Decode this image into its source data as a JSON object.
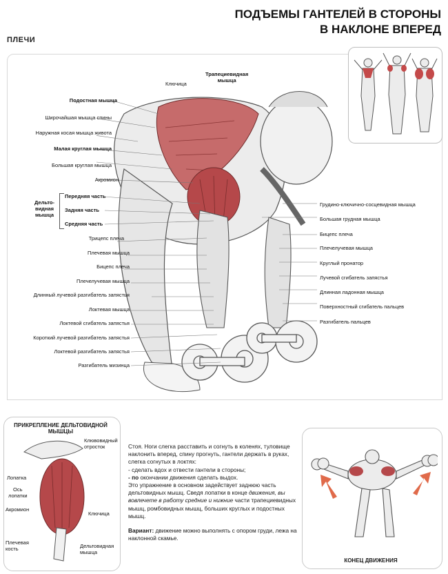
{
  "title": {
    "line1": "ПОДЪЕМЫ ГАНТЕЛЕЙ В СТОРОНЫ",
    "line2": "В НАКЛОНЕ ВПЕРЕД"
  },
  "section": "ПЛЕЧИ",
  "labels_top": {
    "trapezius": "Трапециевидная\nмышца",
    "clavicle": "Ключица"
  },
  "labels_left": {
    "infraspinatus": "Подостная мышца",
    "latissimus": "Широчайшая мышца спины",
    "external_oblique": "Наружная косая мышца живота",
    "teres_minor": "Малая круглая мышца",
    "teres_major": "Большая круглая мышца",
    "acromion": "Акромион",
    "deltoid_group": "Дельто-\nвидная\nмышца",
    "front_part": "Передняя часть",
    "back_part": "Задняя часть",
    "middle_part": "Средняя часть",
    "triceps": "Трицепс плеча",
    "brachialis": "Плечевая мышца",
    "biceps": "Бицепс плеча",
    "brachioradialis": "Плечелучевая мышца",
    "ext_carpi_radialis_longus": "Длинный лучевой разгибатель запястья",
    "anconeus": "Локтевая мышца",
    "flexor_carpi_ulnaris": "Локтевой сгибатель запястья",
    "ext_carpi_radialis_brevis": "Короткий лучевой разгибатель запястья",
    "ext_carpi_ulnaris": "Локтевой разгибатель запястья",
    "ext_digiti_minimi": "Разгибатель мизинца"
  },
  "labels_right": {
    "sternocleidomastoid": "Грудино-ключично-сосцевидная мышца",
    "pectoralis_major": "Большая грудная мышца",
    "biceps": "Бицепс плеча",
    "brachioradialis": "Плечелучевая мышца",
    "pronator_teres": "Круглый пронатор",
    "flexor_carpi_radialis": "Лучевой сгибатель запястья",
    "palmaris_longus": "Длинная ладонная мышца",
    "flexor_digitorum_superficialis": "Поверхностный сгибатель пальцев",
    "extensor_digitorum": "Разгибатель пальцев"
  },
  "attachment_box": {
    "title": "ПРИКРЕПЛЕНИЕ ДЕЛЬТОВИДНОЙ МЫШЦЫ",
    "coracoid": "Клювовидный\nотросток",
    "scapula": "Лопатка",
    "scapular_spine": "Ось\nлопатки",
    "acromion": "Акромион",
    "clavicle": "Ключица",
    "humerus": "Плечевая\nкость",
    "deltoid": "Дельтовидная\nмышца"
  },
  "description": {
    "p1": "Стоя. Ноги слегка расставить и согнуть в коленях, туловище наклонить вперед, спину прогнуть, гантели держать в руках, слегка согнутых в локтях:",
    "p2": "- сделать вдох и отвести гантели в стороны;",
    "p3_bold": "- по",
    "p3": " окончании движения сделать выдох.",
    "p4": "Это упражнение в основном задействует заднюю часть дельтовидных мышц. Сведя лопатки в конце ",
    "p4_it": "движения, вы вовлечете в работу средние и нижние",
    "p4b": " части трапециевидных мышц, ромбовидных мышц, больших круглых и подостных мышц.",
    "variant_bold": "Вариант:",
    "variant": " движение можно выполнять с опором груди, лежа на наклонной скамье."
  },
  "end_caption": "КОНЕЦ ДВИЖЕНИЯ",
  "colors": {
    "muscle": "#b5484a",
    "muscle_light": "#d98a8a",
    "outline": "#555555",
    "skin": "#e8e8e8",
    "arrow": "#e06a4a"
  }
}
